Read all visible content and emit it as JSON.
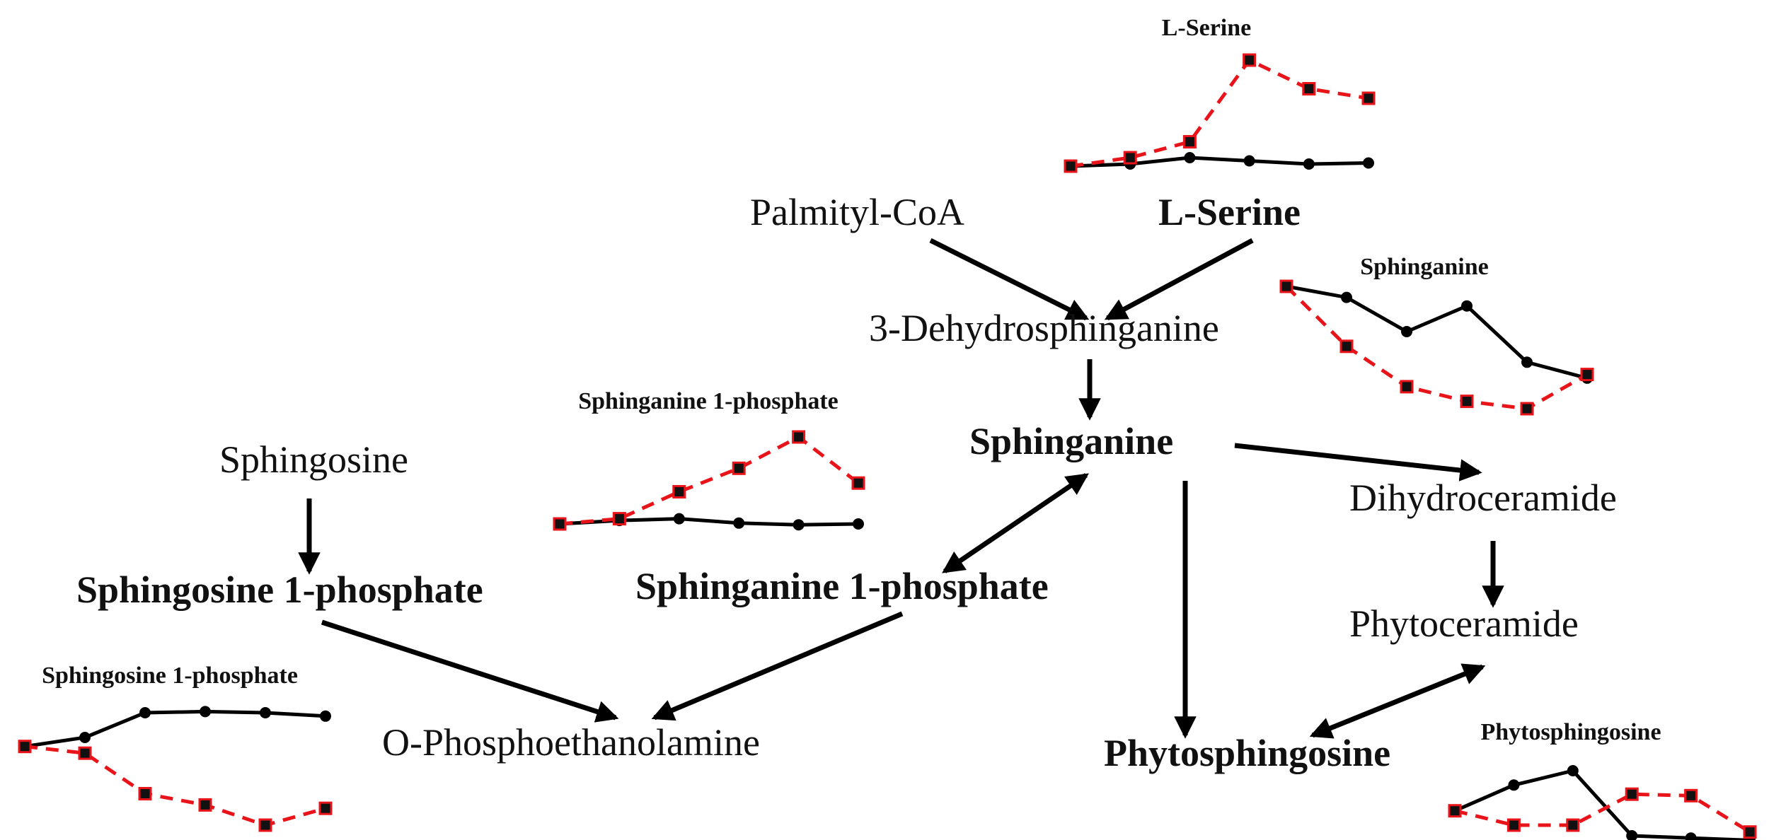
{
  "nodes": {
    "palmityl_coa": "Palmityl-CoA",
    "l_serine": "L-Serine",
    "dehydrosphinganine": "3-Dehydrosphinganine",
    "sphinganine": "Sphinganine",
    "sphingosine": "Sphingosine",
    "sphingosine_1p": "Sphingosine 1-phosphate",
    "sphinganine_1p": "Sphinganine 1-phosphate",
    "o_phosphoethanolamine": "O-Phosphoethanolamine",
    "dihydroceramide": "Dihydroceramide",
    "phytoceramide": "Phytoceramide",
    "phytosphingosine": "Phytosphingosine"
  },
  "colors": {
    "series_black": "#000000",
    "series_red": "#e8141a",
    "marker_square": "#111111"
  },
  "chart_data": [
    {
      "type": "line",
      "title": "L-Serine",
      "x": [
        1,
        2,
        3,
        4,
        5,
        6
      ],
      "series": [
        {
          "values": [
            0.0,
            0.02,
            0.08,
            0.05,
            0.02,
            0.03
          ],
          "style": "solid",
          "color": "#000000",
          "marker": "circle"
        },
        {
          "values": [
            0.0,
            0.08,
            0.23,
            1.0,
            0.73,
            0.64
          ],
          "style": "dashed",
          "color": "#e8141a",
          "marker": "square"
        }
      ]
    },
    {
      "type": "line",
      "title": "Sphinganine",
      "x": [
        1,
        2,
        3,
        4,
        5,
        6
      ],
      "series": [
        {
          "values": [
            1.0,
            0.91,
            0.63,
            0.84,
            0.38,
            0.25
          ],
          "style": "solid",
          "color": "#000000",
          "marker": "circle"
        },
        {
          "values": [
            1.0,
            0.51,
            0.18,
            0.06,
            0.0,
            0.28
          ],
          "style": "dashed",
          "color": "#e8141a",
          "marker": "square"
        }
      ]
    },
    {
      "type": "line",
      "title": "Sphinganine 1-phosphate",
      "x": [
        1,
        2,
        3,
        4,
        5,
        6
      ],
      "series": [
        {
          "values": [
            0.0,
            0.04,
            0.06,
            0.01,
            -0.01,
            0.0
          ],
          "style": "solid",
          "color": "#000000",
          "marker": "circle"
        },
        {
          "values": [
            0.0,
            0.06,
            0.37,
            0.64,
            1.0,
            0.47
          ],
          "style": "dashed",
          "color": "#e8141a",
          "marker": "square"
        }
      ]
    },
    {
      "type": "line",
      "title": "Sphingosine 1-phosphate",
      "x": [
        1,
        2,
        3,
        4,
        5,
        6
      ],
      "series": [
        {
          "values": [
            0.7,
            0.78,
            1.0,
            1.01,
            1.0,
            0.97
          ],
          "style": "solid",
          "color": "#000000",
          "marker": "circle"
        },
        {
          "values": [
            0.7,
            0.64,
            0.28,
            0.18,
            0.0,
            0.15
          ],
          "style": "dashed",
          "color": "#e8141a",
          "marker": "square"
        }
      ]
    },
    {
      "type": "line",
      "title": "Phytosphingosine",
      "x": [
        1,
        2,
        3,
        4,
        5,
        6
      ],
      "series": [
        {
          "values": [
            0.47,
            0.81,
            1.0,
            0.14,
            0.11,
            0.08
          ],
          "style": "solid",
          "color": "#000000",
          "marker": "circle"
        },
        {
          "values": [
            0.47,
            0.28,
            0.28,
            0.69,
            0.67,
            0.19
          ],
          "style": "dashed",
          "color": "#e8141a",
          "marker": "square"
        }
      ]
    }
  ]
}
